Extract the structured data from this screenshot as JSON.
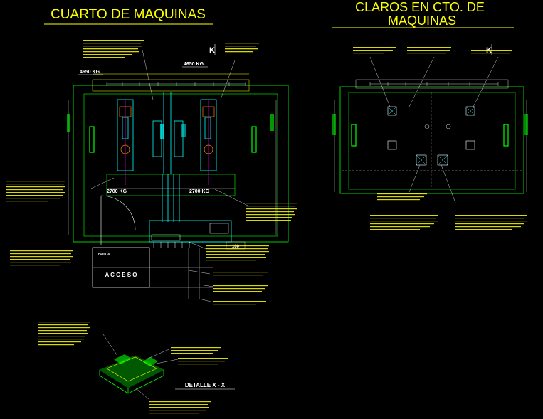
{
  "titles": {
    "left": "CUARTO DE MAQUINAS",
    "right_line1": "CLAROS EN CTO. DE",
    "right_line2": "MAQUINAS"
  },
  "weights": {
    "top_left": "4650 KG.",
    "top_mid": "4650 KG.",
    "mid_left": "2700 KG",
    "mid_right": "2700 KG"
  },
  "labels": {
    "acceso": "A C C E S O",
    "detalle": "DETALLE X - X",
    "section_marker_left": "K",
    "section_marker_right": "K",
    "dim_100": "100",
    "puerta": "PUERTA"
  },
  "colors": {
    "background": "#000000",
    "title": "#ffff00",
    "outline": "#00ff00",
    "equipment": "#00ffff",
    "dimension": "#ffffff",
    "accent_orange": "#ff8000",
    "accent_red": "#ff0000",
    "accent_magenta": "#ff00ff"
  }
}
